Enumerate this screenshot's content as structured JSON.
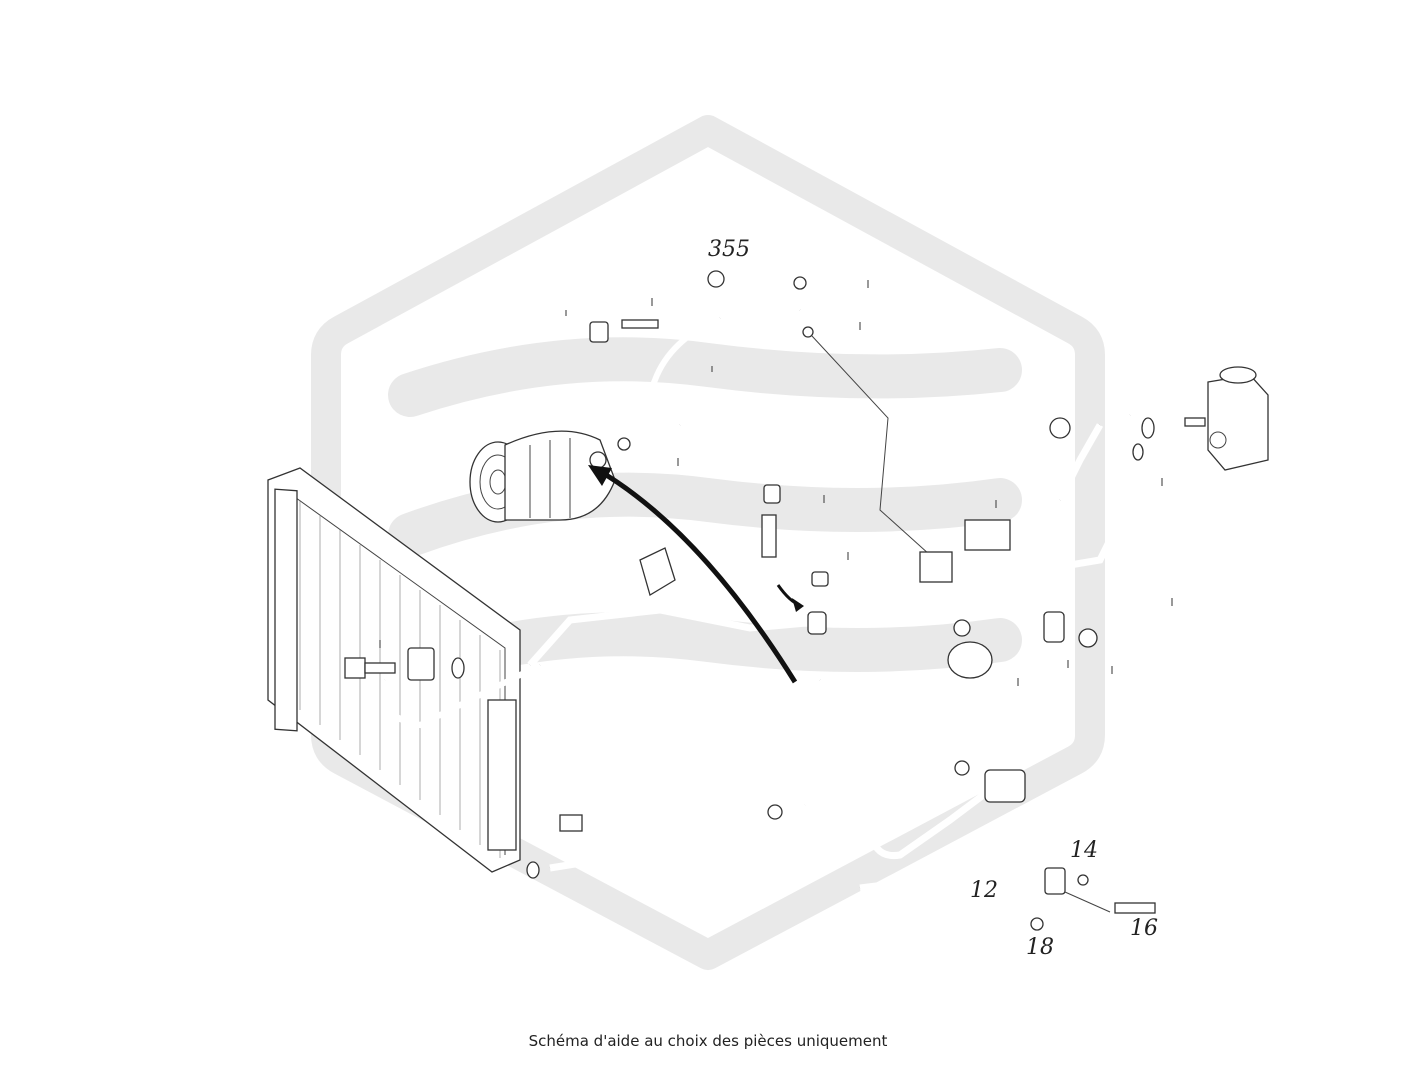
{
  "watermark": {
    "color": "#e9e9e9"
  },
  "labels": {
    "p355": "355",
    "p14": "14",
    "p12": "12",
    "p16": "16",
    "p18": "18"
  },
  "caption": "Schéma d'aide au choix des pièces uniquement"
}
